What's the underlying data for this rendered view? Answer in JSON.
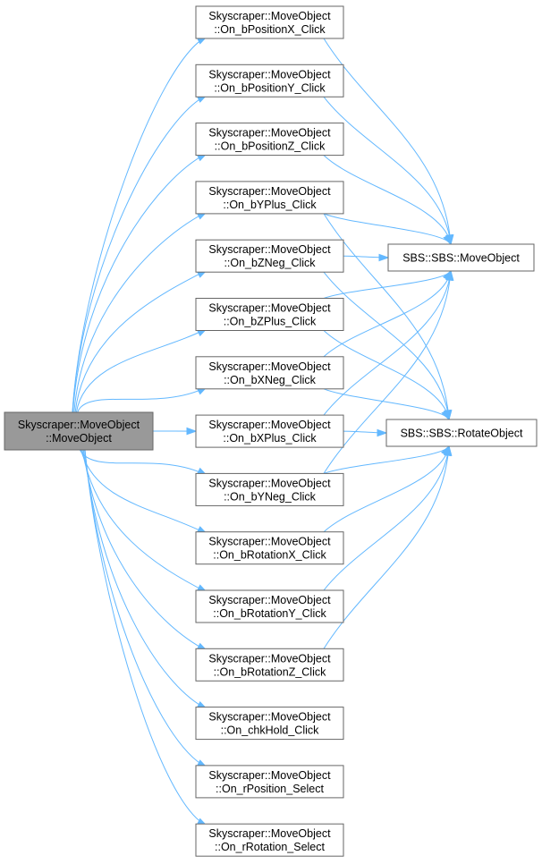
{
  "colors": {
    "edge": "#63b8ff",
    "root_fill": "#999999",
    "node_border": "#666666"
  },
  "root": {
    "line1": "Skyscraper::MoveObject",
    "line2": "::MoveObject"
  },
  "callers": [
    {
      "id": "c0",
      "line1": "Skyscraper::MoveObject",
      "line2": "::On_bPositionX_Click"
    },
    {
      "id": "c1",
      "line1": "Skyscraper::MoveObject",
      "line2": "::On_bPositionY_Click"
    },
    {
      "id": "c2",
      "line1": "Skyscraper::MoveObject",
      "line2": "::On_bPositionZ_Click"
    },
    {
      "id": "c3",
      "line1": "Skyscraper::MoveObject",
      "line2": "::On_bYPlus_Click"
    },
    {
      "id": "c4",
      "line1": "Skyscraper::MoveObject",
      "line2": "::On_bZNeg_Click"
    },
    {
      "id": "c5",
      "line1": "Skyscraper::MoveObject",
      "line2": "::On_bZPlus_Click"
    },
    {
      "id": "c6",
      "line1": "Skyscraper::MoveObject",
      "line2": "::On_bXNeg_Click"
    },
    {
      "id": "c7",
      "line1": "Skyscraper::MoveObject",
      "line2": "::On_bXPlus_Click"
    },
    {
      "id": "c8",
      "line1": "Skyscraper::MoveObject",
      "line2": "::On_bYNeg_Click"
    },
    {
      "id": "c9",
      "line1": "Skyscraper::MoveObject",
      "line2": "::On_bRotationX_Click"
    },
    {
      "id": "c10",
      "line1": "Skyscraper::MoveObject",
      "line2": "::On_bRotationY_Click"
    },
    {
      "id": "c11",
      "line1": "Skyscraper::MoveObject",
      "line2": "::On_bRotationZ_Click"
    },
    {
      "id": "c12",
      "line1": "Skyscraper::MoveObject",
      "line2": "::On_chkHold_Click"
    },
    {
      "id": "c13",
      "line1": "Skyscraper::MoveObject",
      "line2": "::On_rPosition_Select"
    },
    {
      "id": "c14",
      "line1": "Skyscraper::MoveObject",
      "line2": "::On_rRotation_Select"
    }
  ],
  "targets": [
    {
      "id": "t0",
      "label": "SBS::SBS::MoveObject"
    },
    {
      "id": "t1",
      "label": "SBS::SBS::RotateObject"
    }
  ],
  "edges_to_targets": [
    {
      "from": "c0",
      "to": "t0"
    },
    {
      "from": "c1",
      "to": "t0"
    },
    {
      "from": "c2",
      "to": "t0"
    },
    {
      "from": "c3",
      "to": "t0"
    },
    {
      "from": "c3",
      "to": "t1"
    },
    {
      "from": "c4",
      "to": "t0"
    },
    {
      "from": "c4",
      "to": "t1"
    },
    {
      "from": "c5",
      "to": "t0"
    },
    {
      "from": "c5",
      "to": "t1"
    },
    {
      "from": "c6",
      "to": "t0"
    },
    {
      "from": "c6",
      "to": "t1"
    },
    {
      "from": "c7",
      "to": "t0"
    },
    {
      "from": "c7",
      "to": "t1"
    },
    {
      "from": "c8",
      "to": "t0"
    },
    {
      "from": "c8",
      "to": "t1"
    },
    {
      "from": "c9",
      "to": "t1"
    },
    {
      "from": "c10",
      "to": "t1"
    },
    {
      "from": "c11",
      "to": "t1"
    }
  ]
}
